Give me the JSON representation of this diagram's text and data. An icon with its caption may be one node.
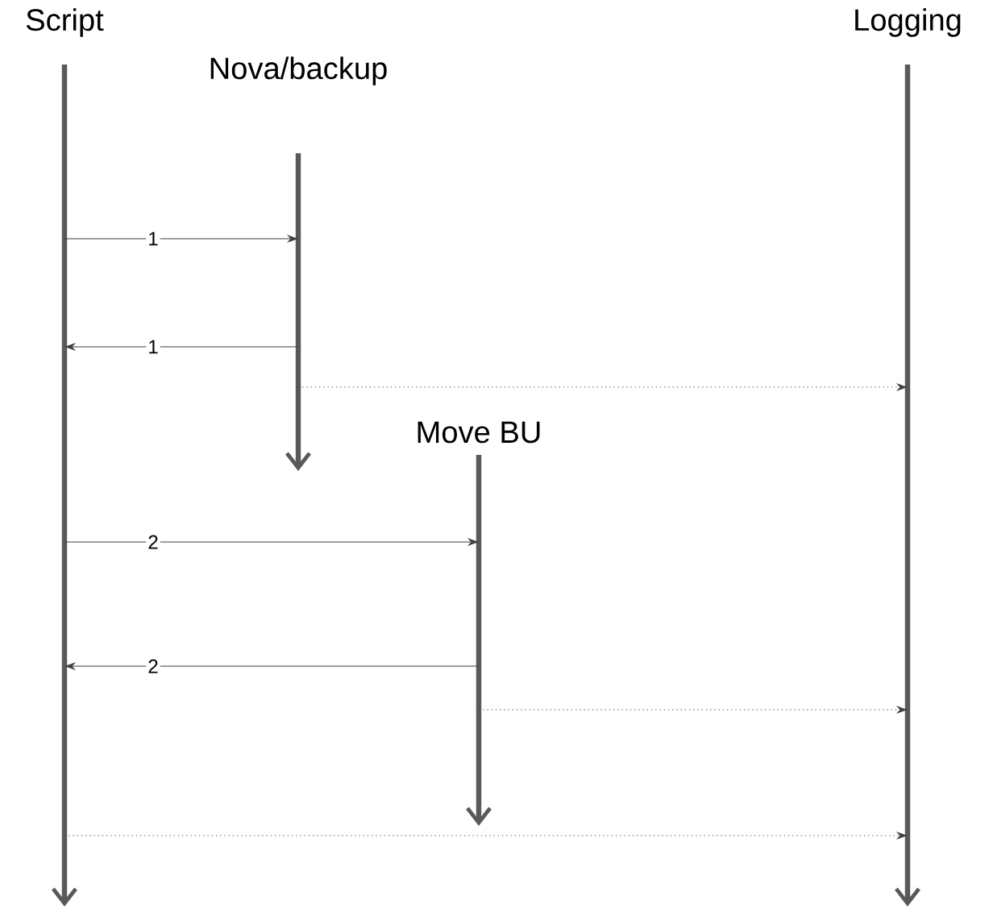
{
  "diagram": {
    "nodes": [
      {
        "text": [
          "Script"
        ]
      },
      {
        "text": [
          "Nova/backup"
        ]
      },
      {
        "text": [
          "Move BU"
        ]
      },
      {
        "text": [
          "Logging"
        ]
      }
    ],
    "edges": [
      {
        "from": 0,
        "to": 1,
        "arrow": "to",
        "label": "1"
      },
      {
        "from": 1,
        "to": 0,
        "arrow": "to",
        "label": "1"
      },
      {
        "from": 1,
        "to": 3,
        "arrow": "to",
        "style": "dashed"
      },
      {
        "from": 0,
        "to": 2,
        "arrow": "to",
        "label": "2"
      },
      {
        "from": 2,
        "to": 0,
        "arrow": "to",
        "label": "2"
      },
      {
        "from": 2,
        "to": 3,
        "arrow": "to",
        "style": "dashed"
      },
      {
        "from": 0,
        "to": 3,
        "arrow": "to",
        "style": "dashed"
      }
    ]
  }
}
